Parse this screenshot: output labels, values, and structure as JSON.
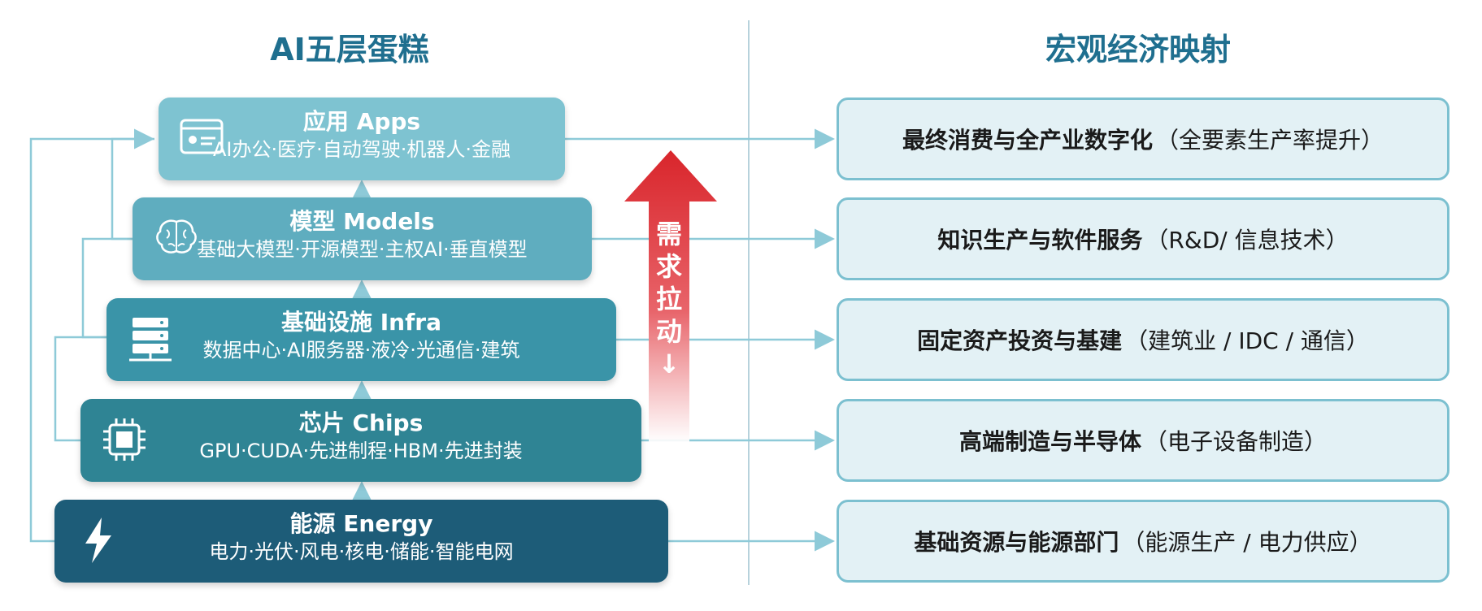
{
  "headings": {
    "left": "AI五层蛋糕",
    "right": "宏观经济映射"
  },
  "layers": [
    {
      "title": "应用 Apps",
      "subtitle": "AI办公·医疗·自动驾驶·机器人·金融",
      "icon": "app-window-icon"
    },
    {
      "title": "模型 Models",
      "subtitle": "基础大模型·开源模型·主权AI·垂直模型",
      "icon": "brain-icon"
    },
    {
      "title": "基础设施 Infra",
      "subtitle": "数据中心·AI服务器·液冷·光通信·建筑",
      "icon": "server-icon"
    },
    {
      "title": "芯片 Chips",
      "subtitle": "GPU·CUDA·先进制程·HBM·先进封装",
      "icon": "chip-icon"
    },
    {
      "title": "能源 Energy",
      "subtitle": "电力·光伏·风电·核电·储能·智能电网",
      "icon": "lightning-icon"
    }
  ],
  "mappings": [
    {
      "title": "最终消费与全产业数字化",
      "subtitle": "（全要素生产率提升）"
    },
    {
      "title": "知识生产与软件服务",
      "subtitle": "（R&D/ 信息技术）"
    },
    {
      "title": "固定资产投资与基建",
      "subtitle": "（建筑业 / IDC / 通信）"
    },
    {
      "title": "高端制造与半导体",
      "subtitle": "（电子设备制造）"
    },
    {
      "title": "基础资源与能源部门",
      "subtitle": "（能源生产 / 电力供应）"
    }
  ],
  "demand_arrow": {
    "label": "需求拉动↓"
  },
  "colors": {
    "heading": "#1f6f8f",
    "apps": "#7ec3d1",
    "models": "#5fadbf",
    "infra": "#3a94a8",
    "chips": "#2f8494",
    "energy": "#1d5c78",
    "arrow": "#d9252b",
    "connector": "#8ecad8"
  }
}
